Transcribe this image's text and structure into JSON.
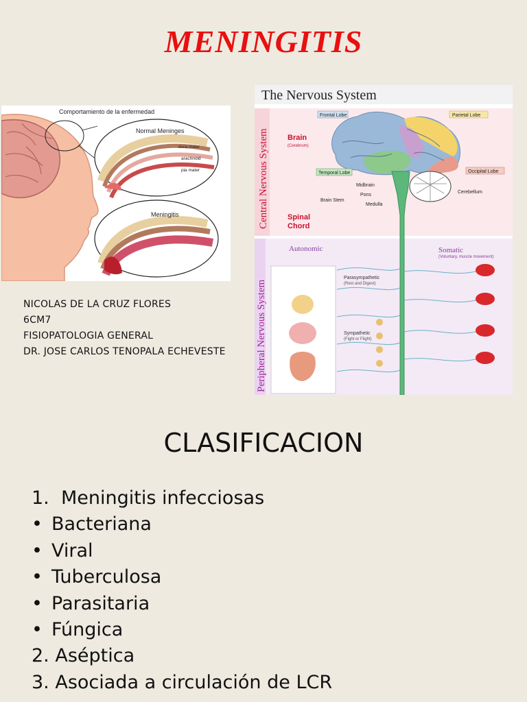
{
  "slide1": {
    "title": "MENINGITIS",
    "author_lines": [
      "NICOLAS DE LA CRUZ FLORES",
      "6CM7",
      "FISIOPATOLOGIA GENERAL",
      "DR. JOSE CARLOS TENOPALA ECHEVESTE"
    ],
    "meninges_figure": {
      "caption": "Comportamiento de la enfermedad",
      "normal_title": "Normal Meninges",
      "layers": [
        "dura mater",
        "arachnoid",
        "pia mater"
      ],
      "meningitis_title": "Meningitis"
    },
    "nervous_figure": {
      "title": "The Nervous System",
      "cns_label": "Central Nervous System",
      "pns_label": "Peripheral Nervous System",
      "brain": "Brain",
      "cerebrum": "(Cerebrum)",
      "spinal": "Spinal",
      "chord": "Chord",
      "frontal": "Frontal Lobe",
      "parietal": "Parietal Lobe",
      "temporal": "Temporal Lobe",
      "occipital": "Occipital Lobe",
      "midbrain": "Midbrain",
      "pons": "Pons",
      "medulla": "Medulla",
      "brainstem": "Brain Stem",
      "cerebellum": "Cerebellum",
      "autonomic": "Autonomic",
      "somatic": "Somatic",
      "somatic_sub": "(Voluntary, muscle movement)",
      "parasympathetic": "Parasympathetic",
      "parasym_sub": "(Rest and Digest)",
      "sympathetic": "Sympathetic",
      "sym_sub": "(Fight or Flight)"
    }
  },
  "slide2": {
    "title": "CLASIFICACION",
    "items": [
      {
        "marker": "1.",
        "text": "Meningitis infecciosas"
      },
      {
        "marker": "•",
        "text": "Bacteriana"
      },
      {
        "marker": "•",
        "text": "Viral"
      },
      {
        "marker": "•",
        "text": "Tuberculosa"
      },
      {
        "marker": "•",
        "text": "Parasitaria"
      },
      {
        "marker": "•",
        "text": "Fúngica"
      },
      {
        "marker": "2.",
        "text": "Aséptica"
      },
      {
        "marker": "3.",
        "text": "Asociada a circulación de LCR"
      }
    ]
  },
  "colors": {
    "title_red": "#e81010",
    "background": "#eeeae0",
    "spinal_green": "#5cb87a"
  }
}
